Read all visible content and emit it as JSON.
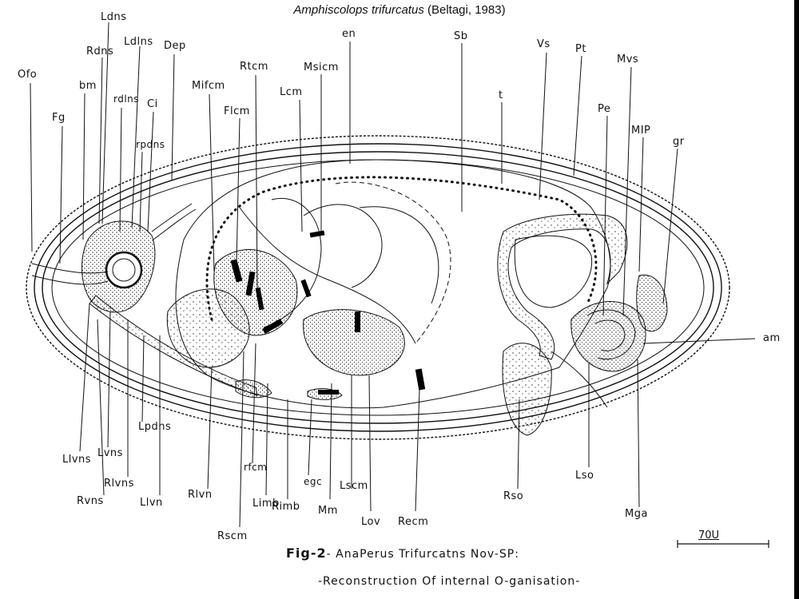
{
  "title": {
    "species": "Amphiscolops trifurcatus",
    "author": "(Beltagi, 1983)"
  },
  "caption": {
    "fig": "Fig-2",
    "line1": "- AnaPerus Trifurcatns Nov-SP:",
    "line2": "-Reconstruction Of internal O-ganisation-"
  },
  "scale_bar": "70U",
  "labels": {
    "ldns": "Ldns",
    "rdns": "Rdns",
    "ldins": "Ldlns",
    "dep": "Dep",
    "ofo": "Ofo",
    "bm": "bm",
    "rdins": "rdlns",
    "ci": "Ci",
    "fg": "Fg",
    "rpdns": "rpdns",
    "mifcm": "Mifcm",
    "rtcm": "Rtcm",
    "flcm": "Flcm",
    "en": "en",
    "msicm": "Msicm",
    "lcm": "Lcm",
    "sb": "Sb",
    "t": "t",
    "vs": "Vs",
    "pt": "Pt",
    "mvs": "Mvs",
    "pe": "Pe",
    "mip": "MIP",
    "gr": "gr",
    "am": "am",
    "livns": "Llvns",
    "lvns": "Lvns",
    "lpdns": "Lpdns",
    "rvns": "Rvns",
    "rivns": "Rlvns",
    "livn": "Llvn",
    "rivn": "Rlvn",
    "rfcm": "rfcm",
    "rscm": "Rscm",
    "limb": "Limb",
    "rimb": "Rimb",
    "egc": "egc",
    "mm": "Mm",
    "lscm": "Lscm",
    "lov": "Lov",
    "recm": "Recm",
    "rso": "Rso",
    "lso": "Lso",
    "mga": "Mga"
  }
}
